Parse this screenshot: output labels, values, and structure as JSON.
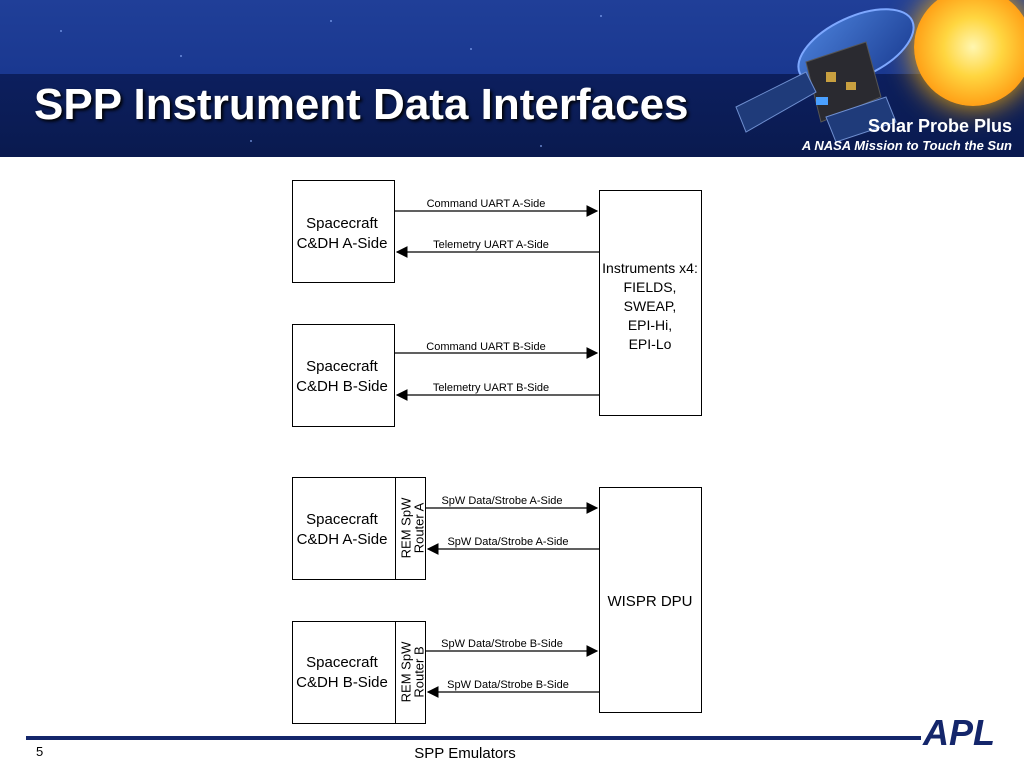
{
  "header": {
    "title": "SPP Instrument Data Interfaces",
    "mission_name": "Solar Probe Plus",
    "mission_tagline": "A NASA Mission to Touch the Sun"
  },
  "diagram": {
    "group1": {
      "sc_a_line1": "Spacecraft",
      "sc_a_line2": "C&DH A-Side",
      "sc_b_line1": "Spacecraft",
      "sc_b_line2": "C&DH B-Side",
      "cmd_a": "Command UART A-Side",
      "tlm_a": "Telemetry UART A-Side",
      "cmd_b": "Command UART B-Side",
      "tlm_b": "Telemetry UART B-Side",
      "instruments": [
        "Instruments x4:",
        "FIELDS,",
        "SWEAP,",
        "EPI-Hi,",
        "EPI-Lo"
      ]
    },
    "group2": {
      "sc_a_line1": "Spacecraft",
      "sc_a_line2": "C&DH A-Side",
      "sc_b_line1": "Spacecraft",
      "sc_b_line2": "C&DH B-Side",
      "router_a_line1": "REM SpW",
      "router_a_line2": "Router A",
      "router_b_line1": "REM SpW",
      "router_b_line2": "Router B",
      "spw_a_out": "SpW Data/Strobe A-Side",
      "spw_a_in": "SpW Data/Strobe A-Side",
      "spw_b_out": "SpW Data/Strobe B-Side",
      "spw_b_in": "SpW Data/Strobe B-Side",
      "wispr": "WISPR DPU"
    }
  },
  "footer": {
    "page_number": "5",
    "text": "SPP Emulators",
    "logo": "APL"
  }
}
